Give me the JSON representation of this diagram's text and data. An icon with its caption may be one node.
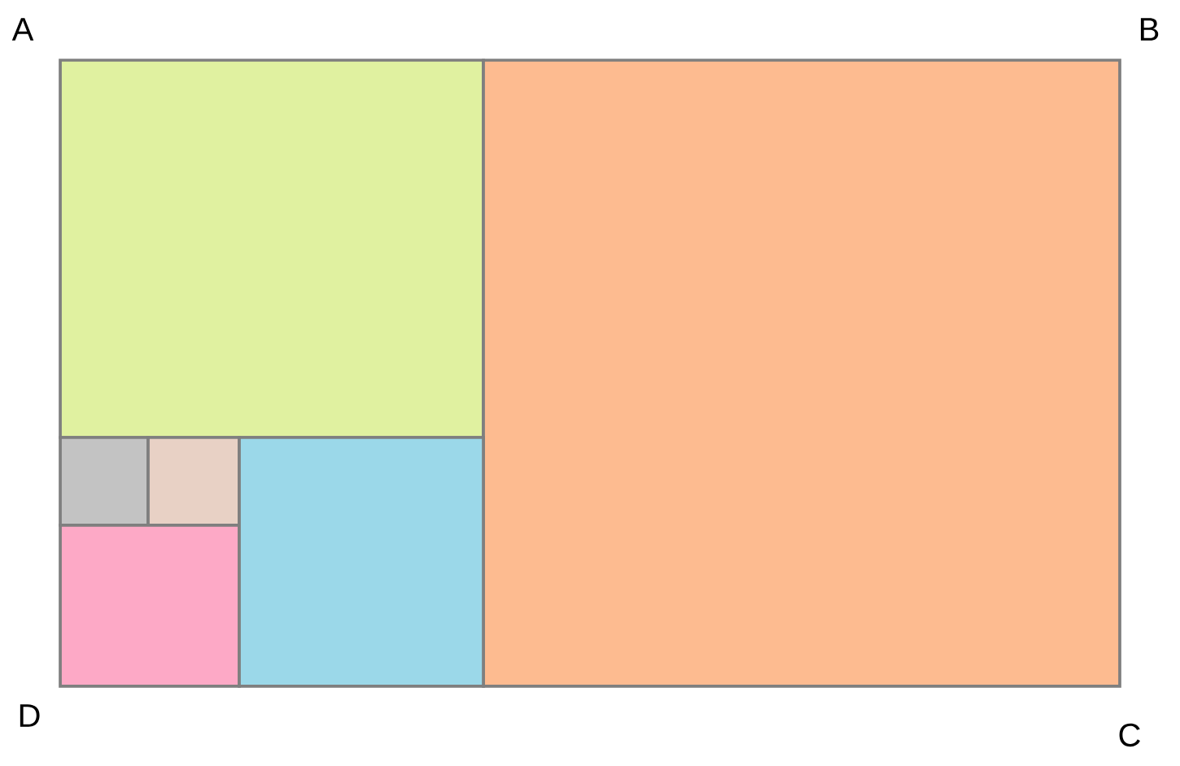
{
  "diagram": {
    "nodes": [
      {
        "text": [],
        "shape": "box"
      },
      {
        "text": [],
        "shape": "box"
      },
      {
        "text": [],
        "shape": "box"
      },
      {
        "text": [],
        "shape": "box"
      },
      {
        "text": [],
        "shape": "box"
      },
      {
        "text": [],
        "shape": "box"
      }
    ],
    "labels": [
      "A",
      "B",
      "D",
      "C"
    ]
  }
}
